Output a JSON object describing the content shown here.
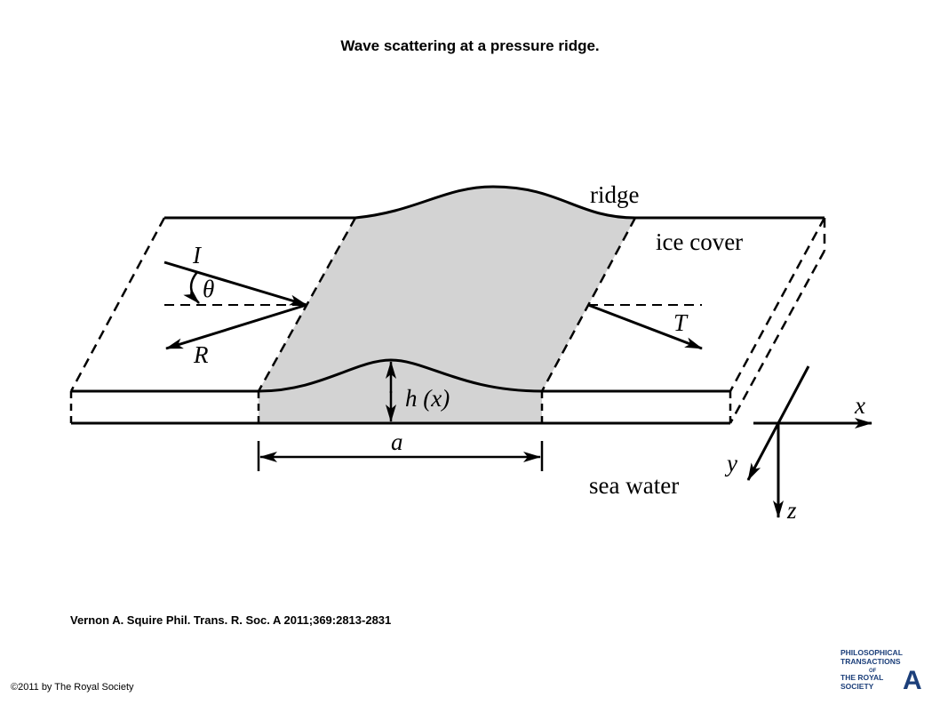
{
  "title": "Wave scattering at a pressure ridge.",
  "labels": {
    "ridge": "ridge",
    "ice_cover": "ice cover",
    "incident": "I",
    "angle": "θ",
    "reflected": "R",
    "transmitted": "T",
    "thickness": "h (x)",
    "width": "a",
    "sea_water": "sea water",
    "axis_x": "x",
    "axis_y": "y",
    "axis_z": "z"
  },
  "citation": "Vernon A. Squire Phil. Trans. R. Soc. A 2011;369:2813-2831",
  "copyright": "©2011 by The Royal Society",
  "logo": {
    "line1": "PHILOSOPHICAL",
    "line2": "TRANSACTIONS",
    "line3": "OF",
    "line4": "THE ROYAL",
    "line5": "SOCIETY",
    "letter": "A",
    "color": "#1c3f7a"
  },
  "colors": {
    "ridge_fill": "#d3d3d3",
    "stroke": "#000000"
  }
}
